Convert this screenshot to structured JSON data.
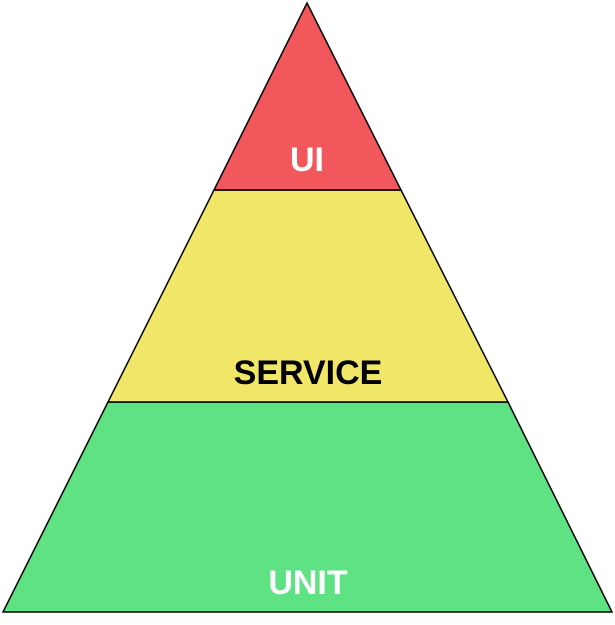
{
  "pyramid": {
    "tiers": [
      {
        "label": "UI",
        "color": "#f2585b",
        "text_color": "#ffffff"
      },
      {
        "label": "SERVICE",
        "color": "#f0e668",
        "text_color": "#000000"
      },
      {
        "label": "UNIT",
        "color": "#5ee283",
        "text_color": "#ffffff"
      }
    ],
    "outline_color": "#000000"
  }
}
